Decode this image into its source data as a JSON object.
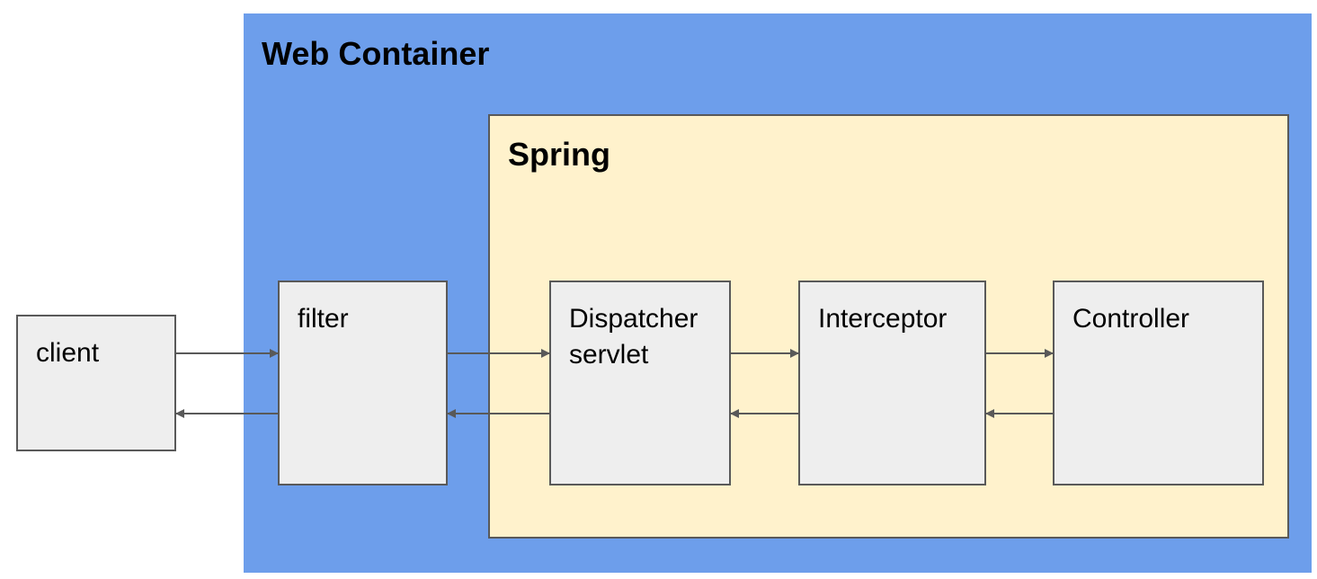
{
  "regions": {
    "web_container": {
      "title": "Web Container",
      "fill": "#6d9eeb"
    },
    "spring": {
      "title": "Spring",
      "fill": "#fff2cc"
    }
  },
  "nodes": {
    "client": {
      "label": "client"
    },
    "filter": {
      "label": "filter"
    },
    "dispatcher": {
      "label": "Dispatcher\nservlet"
    },
    "interceptor": {
      "label": "Interceptor"
    },
    "controller": {
      "label": "Controller"
    }
  },
  "edges": [
    {
      "from": "client",
      "to": "filter",
      "direction": "request"
    },
    {
      "from": "filter",
      "to": "dispatcher",
      "direction": "request"
    },
    {
      "from": "dispatcher",
      "to": "interceptor",
      "direction": "request"
    },
    {
      "from": "interceptor",
      "to": "controller",
      "direction": "request"
    },
    {
      "from": "controller",
      "to": "interceptor",
      "direction": "response"
    },
    {
      "from": "interceptor",
      "to": "dispatcher",
      "direction": "response"
    },
    {
      "from": "dispatcher",
      "to": "filter",
      "direction": "response"
    },
    {
      "from": "filter",
      "to": "client",
      "direction": "response"
    }
  ],
  "colors": {
    "node_fill": "#eeeeee",
    "stroke": "#595959"
  }
}
